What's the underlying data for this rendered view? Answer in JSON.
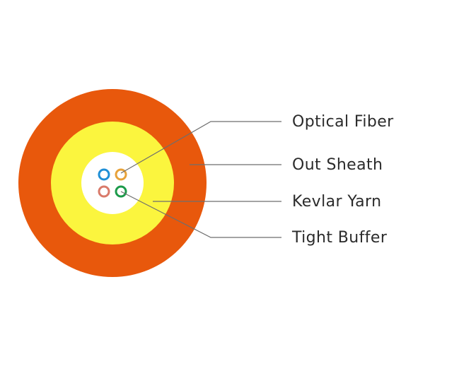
{
  "labels": [
    {
      "text": "Optical Fiber",
      "part": "optical-fiber"
    },
    {
      "text": "Out Sheath",
      "part": "out-sheath"
    },
    {
      "text": "Kevlar Yarn",
      "part": "kevlar-yarn"
    },
    {
      "text": "Tight Buffer",
      "part": "tight-buffer"
    }
  ],
  "colors": {
    "out_sheath": "#e8580c",
    "kevlar_yarn": "#fbf53e",
    "core": "#ffffff",
    "fiber_blue": "#1f8fd6",
    "fiber_orange": "#e7a23a",
    "fiber_brown": "#d97a6a",
    "fiber_green": "#1c9a4a",
    "leader_line": "#6e6e6e",
    "label_text": "#2b2b2b"
  }
}
